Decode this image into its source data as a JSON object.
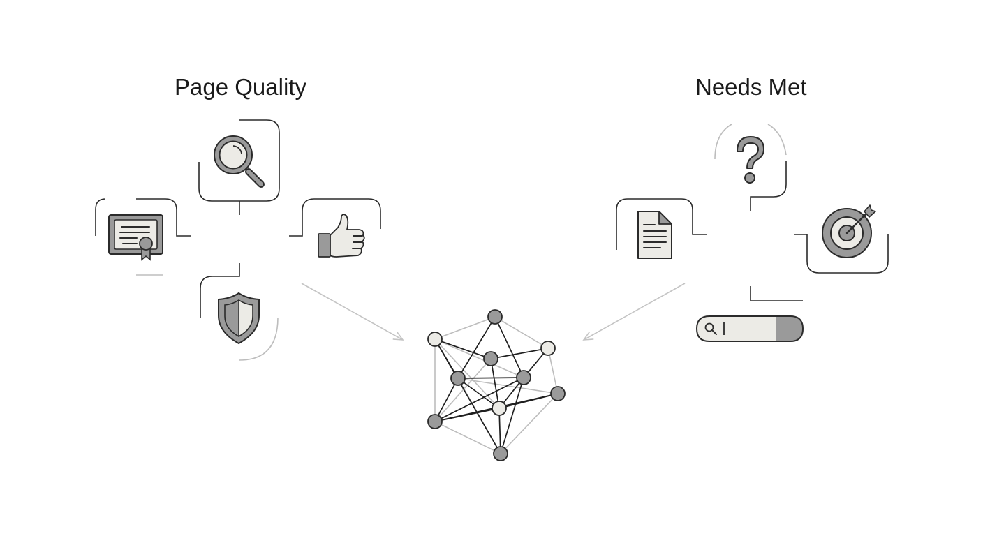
{
  "sections": {
    "page_quality": {
      "title": "Page Quality",
      "icons": [
        "magnifier-icon",
        "certificate-icon",
        "thumbs-up-icon",
        "shield-icon"
      ]
    },
    "needs_met": {
      "title": "Needs Met",
      "icons": [
        "question-mark-icon",
        "document-icon",
        "target-icon",
        "search-bar-icon"
      ]
    }
  },
  "network": {
    "nodes": [
      {
        "id": "n1",
        "fill": "#9a9a9a"
      },
      {
        "id": "n2",
        "fill": "#ecebe6"
      },
      {
        "id": "n3",
        "fill": "#ecebe6"
      },
      {
        "id": "n4",
        "fill": "#9a9a9a"
      },
      {
        "id": "n5",
        "fill": "#9a9a9a"
      },
      {
        "id": "n6",
        "fill": "#9a9a9a"
      },
      {
        "id": "n7",
        "fill": "#9a9a9a"
      },
      {
        "id": "n8",
        "fill": "#ecebe6"
      },
      {
        "id": "n9",
        "fill": "#9a9a9a"
      },
      {
        "id": "n10",
        "fill": "#9a9a9a"
      }
    ]
  },
  "colors": {
    "ink": "#2b2b2b",
    "mid_gray": "#9a9a9a",
    "light_fill": "#ecebe6",
    "arrow": "#c4c4c4"
  }
}
